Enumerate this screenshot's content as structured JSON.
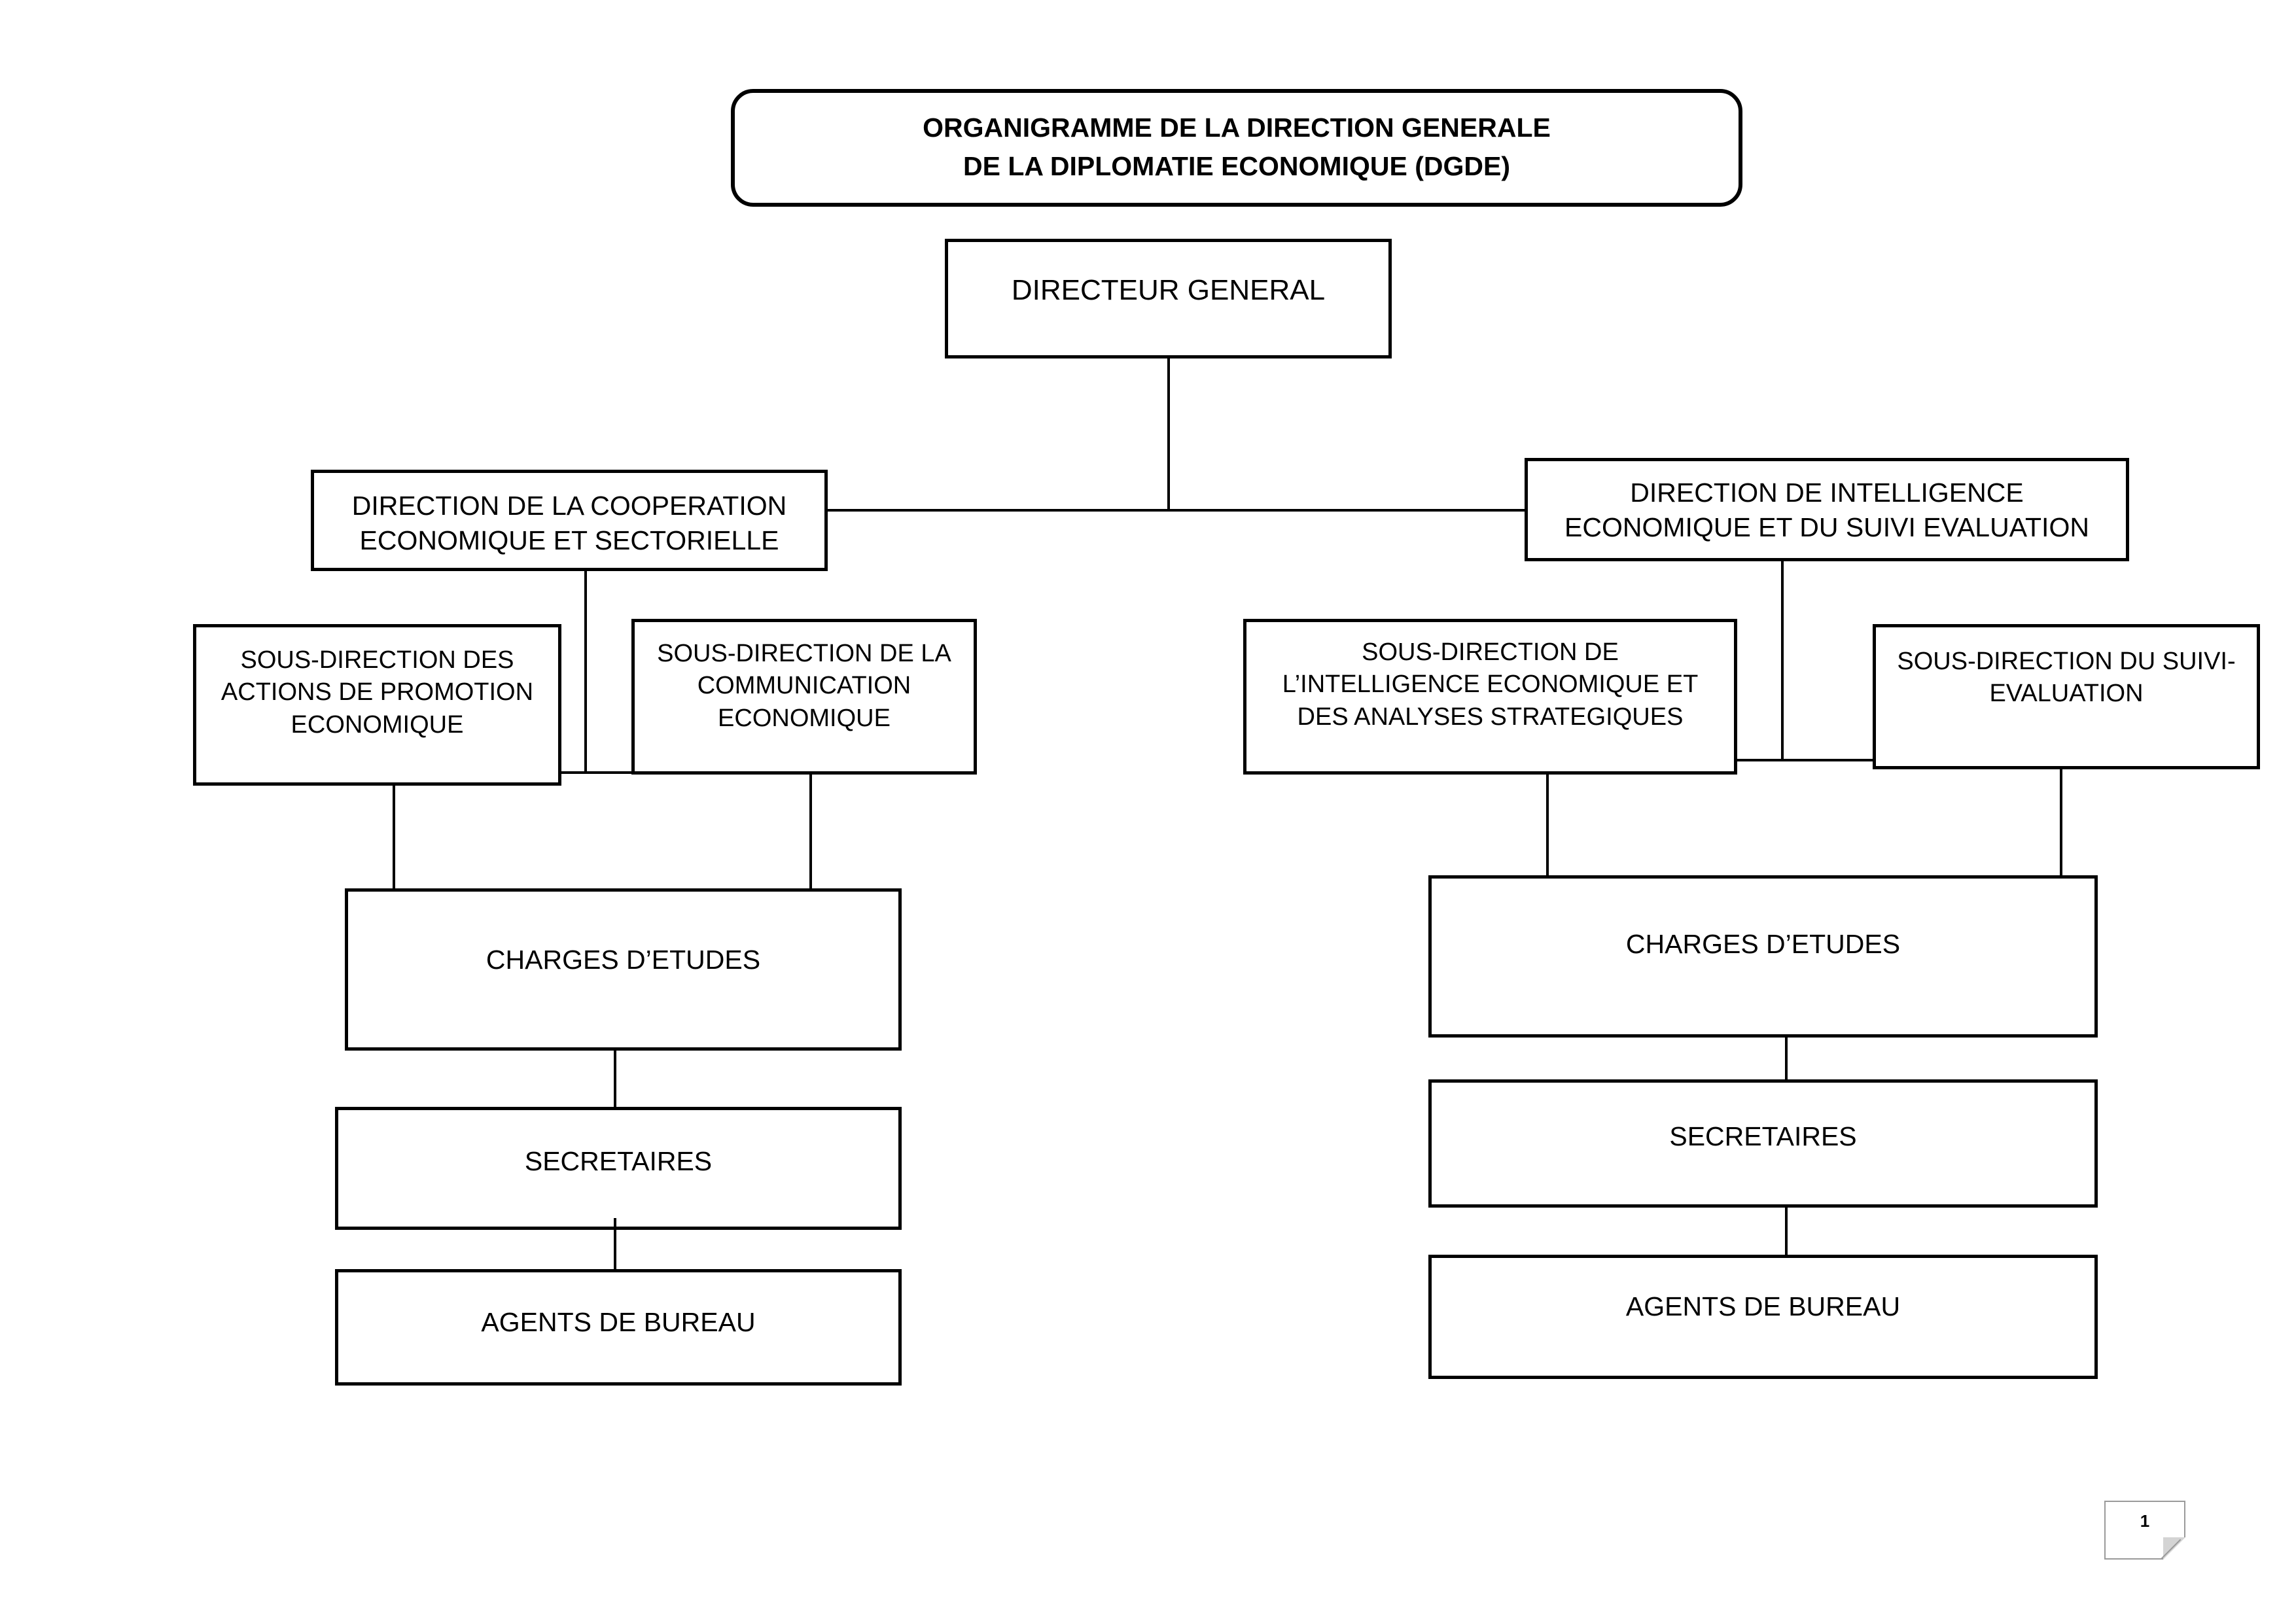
{
  "document": {
    "title_line_1": "ORGANIGRAMME DE LA DIRECTION GENERALE",
    "title_line_2": "DE LA DIPLOMATIE ECONOMIQUE (DGDE)",
    "title_full": "ORGANIGRAMME DE LA DIRECTION GENERALE\nDE LA DIPLOMATIE ECONOMIQUE (DGDE)",
    "page_number": "1",
    "background_color": "#ffffff",
    "line_color": "#000000",
    "text_color": "#000000"
  },
  "chart_data": {
    "type": "diagram",
    "title": "ORGANIGRAMME DE LA DIRECTION GENERALE DE LA DIPLOMATIE ECONOMIQUE (DGDE)",
    "orientation": "top-down",
    "nodes": [
      {
        "id": "title",
        "label": "ORGANIGRAMME DE LA DIRECTION GENERALE\nDE LA DIPLOMATIE ECONOMIQUE (DGDE)",
        "level": 0,
        "shape": "rounded-rect",
        "bold": true
      },
      {
        "id": "dg",
        "label": "DIRECTEUR GENERAL",
        "level": 1,
        "shape": "rect"
      },
      {
        "id": "dir_coop",
        "label": "DIRECTION DE LA COOPERATION\nECONOMIQUE ET SECTORIELLE",
        "level": 2,
        "shape": "rect",
        "branch": "left"
      },
      {
        "id": "dir_intel",
        "label": "DIRECTION DE INTELLIGENCE\nECONOMIQUE ET DU SUIVI EVALUATION",
        "level": 2,
        "shape": "rect",
        "branch": "right"
      },
      {
        "id": "sd_promo",
        "label": "SOUS-DIRECTION DES\nACTIONS DE PROMOTION\nECONOMIQUE",
        "level": 3,
        "shape": "rect",
        "branch": "left"
      },
      {
        "id": "sd_comm",
        "label": "SOUS-DIRECTION DE LA\nCOMMUNICATION\nECONOMIQUE",
        "level": 3,
        "shape": "rect",
        "branch": "left"
      },
      {
        "id": "sd_ies",
        "label": "SOUS-DIRECTION DE\nL’INTELLIGENCE ECONOMIQUE ET\nDES ANALYSES STRATEGIQUES",
        "level": 3,
        "shape": "rect",
        "branch": "right"
      },
      {
        "id": "sd_suivi",
        "label": "SOUS-DIRECTION DU SUIVI-\nEVALUATION",
        "level": 3,
        "shape": "rect",
        "branch": "right"
      },
      {
        "id": "ce_left",
        "label": "CHARGES D’ETUDES",
        "level": 4,
        "shape": "rect",
        "branch": "left"
      },
      {
        "id": "ce_right",
        "label": "CHARGES D’ETUDES",
        "level": 4,
        "shape": "rect",
        "branch": "right"
      },
      {
        "id": "sec_left",
        "label": "SECRETAIRES",
        "level": 5,
        "shape": "rect",
        "branch": "left"
      },
      {
        "id": "sec_right",
        "label": "SECRETAIRES",
        "level": 5,
        "shape": "rect",
        "branch": "right"
      },
      {
        "id": "ab_left",
        "label": "AGENTS DE BUREAU",
        "level": 6,
        "shape": "rect",
        "branch": "left"
      },
      {
        "id": "ab_right",
        "label": "AGENTS DE BUREAU",
        "level": 6,
        "shape": "rect",
        "branch": "right"
      }
    ],
    "edges": [
      {
        "from": "dg",
        "to": "dir_coop"
      },
      {
        "from": "dg",
        "to": "dir_intel"
      },
      {
        "from": "dir_coop",
        "to": "sd_promo"
      },
      {
        "from": "dir_coop",
        "to": "sd_comm"
      },
      {
        "from": "dir_intel",
        "to": "sd_ies"
      },
      {
        "from": "dir_intel",
        "to": "sd_suivi"
      },
      {
        "from": "sd_promo",
        "to": "ce_left"
      },
      {
        "from": "sd_comm",
        "to": "ce_left"
      },
      {
        "from": "sd_ies",
        "to": "ce_right"
      },
      {
        "from": "sd_suivi",
        "to": "ce_right"
      },
      {
        "from": "ce_left",
        "to": "sec_left"
      },
      {
        "from": "ce_right",
        "to": "sec_right"
      },
      {
        "from": "sec_left",
        "to": "ab_left"
      },
      {
        "from": "sec_right",
        "to": "ab_right"
      }
    ]
  },
  "nodes": {
    "title": "ORGANIGRAMME DE LA DIRECTION GENERALE\nDE LA DIPLOMATIE ECONOMIQUE (DGDE)",
    "dg": "DIRECTEUR GENERAL",
    "dir_coop": "DIRECTION DE LA COOPERATION\nECONOMIQUE ET SECTORIELLE",
    "dir_intel": "DIRECTION DE INTELLIGENCE\nECONOMIQUE ET DU SUIVI EVALUATION",
    "sd_promo": "SOUS-DIRECTION DES\nACTIONS DE PROMOTION\nECONOMIQUE",
    "sd_comm": "SOUS-DIRECTION DE LA\nCOMMUNICATION\nECONOMIQUE",
    "sd_ies": "SOUS-DIRECTION DE\nL’INTELLIGENCE ECONOMIQUE ET\nDES ANALYSES STRATEGIQUES",
    "sd_suivi": "SOUS-DIRECTION DU SUIVI-\nEVALUATION",
    "ce_left": "CHARGES D’ETUDES",
    "ce_right": "CHARGES D’ETUDES",
    "sec_left": "SECRETAIRES",
    "sec_right": "SECRETAIRES",
    "ab_left": "AGENTS DE BUREAU",
    "ab_right": "AGENTS DE BUREAU"
  }
}
